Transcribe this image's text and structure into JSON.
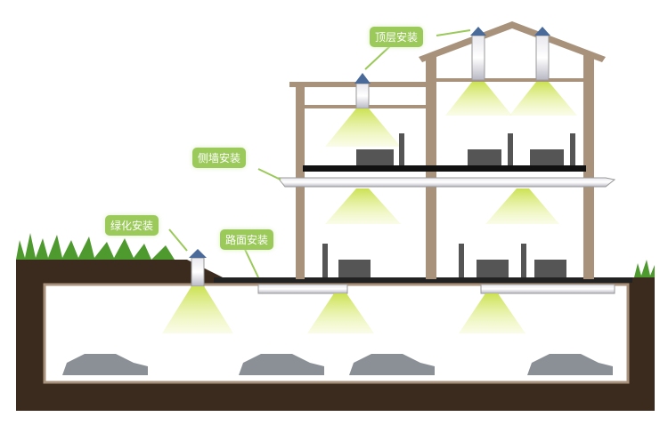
{
  "labels": {
    "roof": "顶层安装",
    "side_wall": "侧墙安装",
    "greenery": "绿化安装",
    "road": "路面安装"
  },
  "colors": {
    "soil": "#3b2a1e",
    "frame": "#a8927c",
    "light": "#d6e86a",
    "label_bg": "#9bc95a",
    "grass": "#4e9a2e",
    "car": "#8a9096"
  }
}
